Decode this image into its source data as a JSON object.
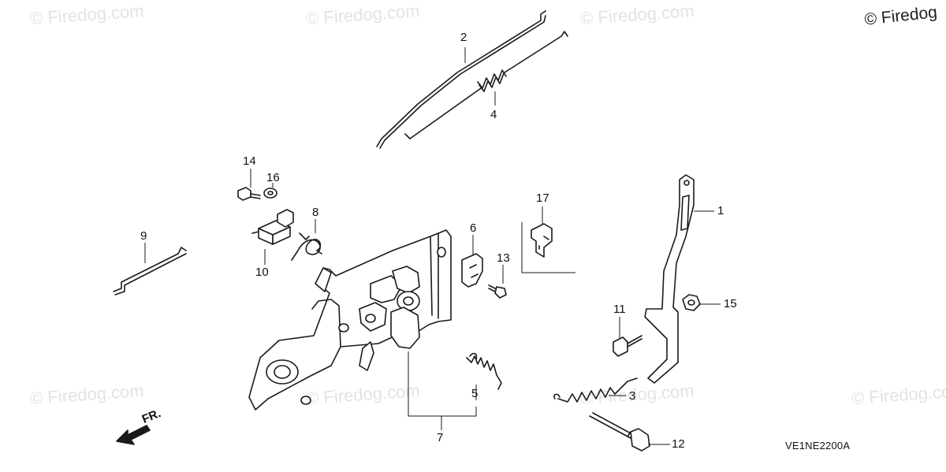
{
  "watermark_text": "© Firedog.com",
  "copyright": "© Firedog",
  "diagram_code": "VE1NE2200A",
  "front_label": "FR.",
  "callouts": [
    {
      "id": "1",
      "label": "1"
    },
    {
      "id": "2",
      "label": "2"
    },
    {
      "id": "3",
      "label": "3"
    },
    {
      "id": "4",
      "label": "4"
    },
    {
      "id": "5",
      "label": "5"
    },
    {
      "id": "6",
      "label": "6"
    },
    {
      "id": "7",
      "label": "7"
    },
    {
      "id": "8",
      "label": "8"
    },
    {
      "id": "9",
      "label": "9"
    },
    {
      "id": "10",
      "label": "10"
    },
    {
      "id": "11",
      "label": "11"
    },
    {
      "id": "12",
      "label": "12"
    },
    {
      "id": "13",
      "label": "13"
    },
    {
      "id": "14",
      "label": "14"
    },
    {
      "id": "15",
      "label": "15"
    },
    {
      "id": "16",
      "label": "16"
    },
    {
      "id": "17",
      "label": "17"
    }
  ]
}
